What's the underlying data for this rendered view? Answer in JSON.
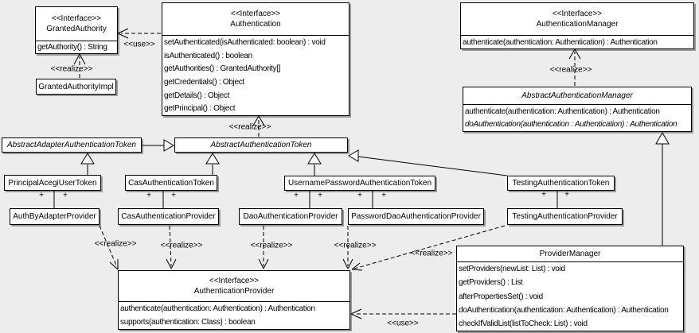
{
  "colors": {
    "background": "#ededed",
    "box_fill": "#ffffff",
    "line": "#000000"
  },
  "labels": {
    "interface_stereotype": "<<Interface>>",
    "realize": "<<realize>>",
    "use": "<<use>>",
    "plus": "+"
  },
  "classes": {
    "granted_authority": {
      "name": "GrantedAuthority",
      "methods": [
        "getAuthority() : String"
      ]
    },
    "granted_authority_impl": {
      "name": "GrantedAuthorityImpl"
    },
    "authentication": {
      "name": "Authentication",
      "methods": [
        "setAuthenticated(isAuthenticated: boolean) : void",
        "isAuthenticated() : boolean",
        "getAuthorities() : GrantedAuthority[]",
        "getCredentials() : Object",
        "getDetails() : Object",
        "getPrincipal() : Object"
      ]
    },
    "authentication_manager": {
      "name": "AuthenticationManager",
      "methods": [
        "authenticate(authentication: Authentication) : Authentication"
      ]
    },
    "abstract_authentication_manager": {
      "name": "AbstractAuthenticationManager",
      "methods": [
        "authenticate(authentication: Authentication) : Authentication",
        "doAuthentication(authentication : Authentication) : Authentication"
      ]
    },
    "abstract_adapter_authentication_token": {
      "name": "AbstractAdapterAuthenticationToken"
    },
    "abstract_authentication_token": {
      "name": "AbstractAuthenticationToken"
    },
    "principal_acegi_user_token": {
      "name": "PrincipalAcegiUserToken"
    },
    "cas_authentication_token": {
      "name": "CasAuthenticationToken"
    },
    "username_password_authentication_token": {
      "name": "UsernamePasswordAuthenticationToken"
    },
    "testing_authentication_token": {
      "name": "TestingAuthenticationToken"
    },
    "auth_by_adapter_provider": {
      "name": "AuthByAdapterProvider"
    },
    "cas_authentication_provider": {
      "name": "CasAuthenticationProvider"
    },
    "dao_authentication_provider": {
      "name": "DaoAuthenticationProvider"
    },
    "password_dao_authentication_provider": {
      "name": "PasswordDaoAuthenticationProvider"
    },
    "testing_authentication_provider": {
      "name": "TestingAuthenticationProvider"
    },
    "authentication_provider": {
      "name": "AuthenticationProvider",
      "methods": [
        "authenticate(authentication: Authentication) : Authentication",
        "supports(authentication: Class) : boolean"
      ]
    },
    "provider_manager": {
      "name": "ProviderManager",
      "methods": [
        "setProviders(newList: List) : void",
        "getProviders() : List",
        "afterPropertiesSet() : void",
        "doAuthentication(authentication: Authentication) : Authentication",
        "checkIfValidList(listToCheck: List) : void"
      ]
    }
  }
}
